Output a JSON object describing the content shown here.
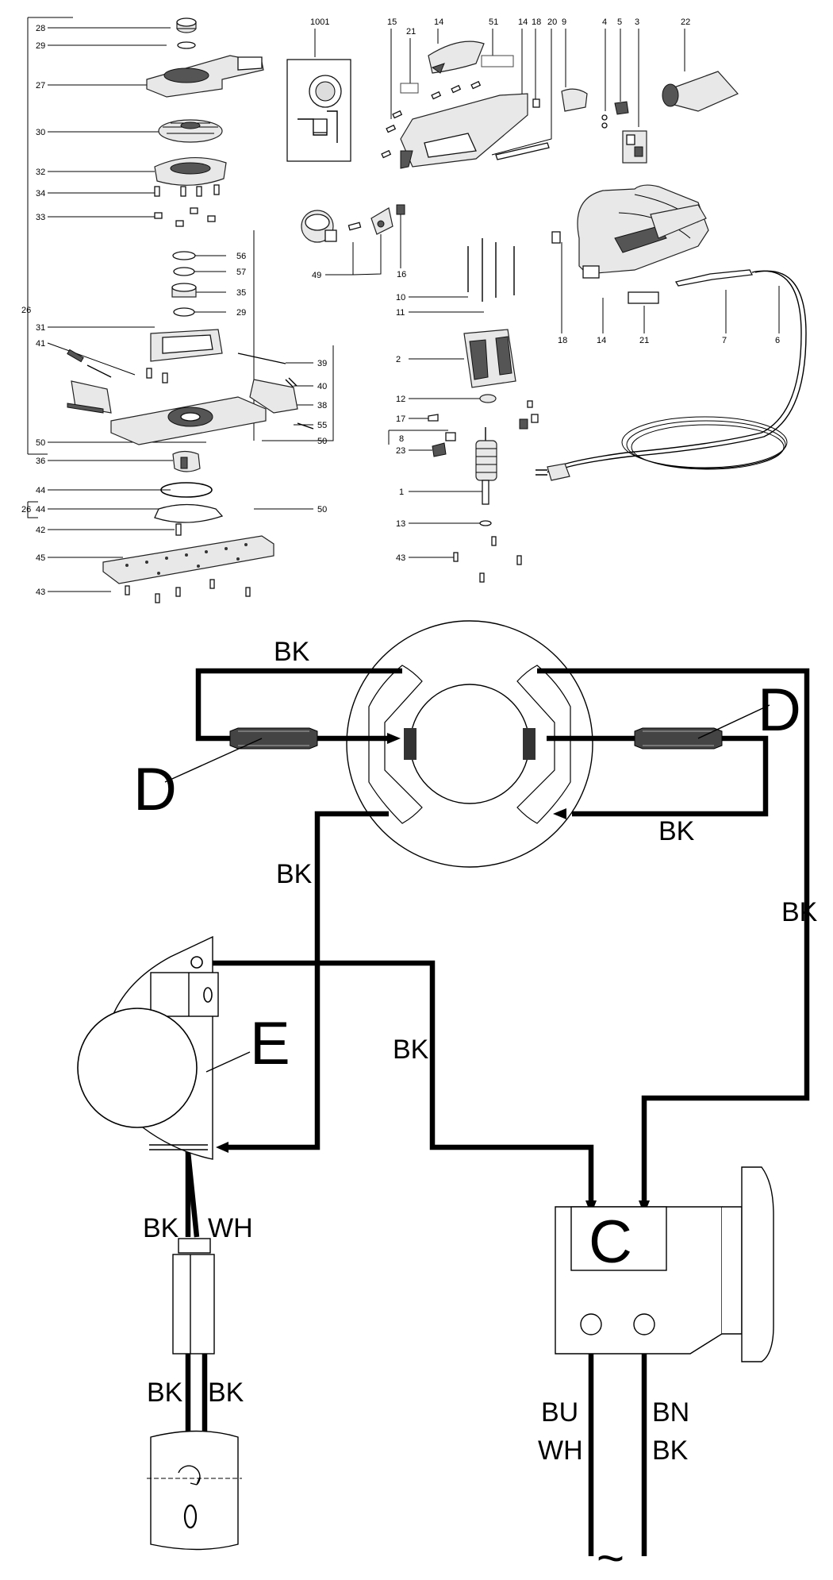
{
  "exploded_view": {
    "left_column_labels": [
      "28",
      "29",
      "27",
      "30",
      "32",
      "34",
      "33",
      "56",
      "57",
      "35",
      "29",
      "31",
      "41",
      "39",
      "40",
      "38",
      "55",
      "50",
      "50",
      "36",
      "44",
      "44",
      "50",
      "42",
      "45",
      "43"
    ],
    "bracket_26_top": "26",
    "bracket_26_bottom": "26",
    "top_labels": [
      "1001",
      "15",
      "21",
      "14",
      "51",
      "14",
      "18",
      "20",
      "9",
      "4",
      "5",
      "3",
      "22"
    ],
    "middle_labels": [
      "49",
      "16",
      "10",
      "11",
      "2",
      "12",
      "17",
      "8",
      "23",
      "1",
      "13",
      "43",
      "18",
      "14",
      "21",
      "7",
      "6"
    ]
  },
  "wiring": {
    "wire_labels": {
      "top_left": "BK",
      "right_lower": "BK",
      "left_vertical": "BK",
      "right_vertical": "BK",
      "middle": "BK",
      "switch_left": "BK",
      "switch_right": "WH",
      "cable_left": "BK",
      "cable_right": "BK",
      "mains_top_left": "BU",
      "mains_bottom_left": "WH",
      "mains_top_right": "BN",
      "mains_bottom_right": "BK"
    },
    "component_labels": {
      "suppressor_left": "D",
      "suppressor_right": "D",
      "electronics": "E",
      "switch": "C",
      "switch_knob": "0",
      "speed_knob": "0"
    },
    "ac_symbol": "~"
  }
}
